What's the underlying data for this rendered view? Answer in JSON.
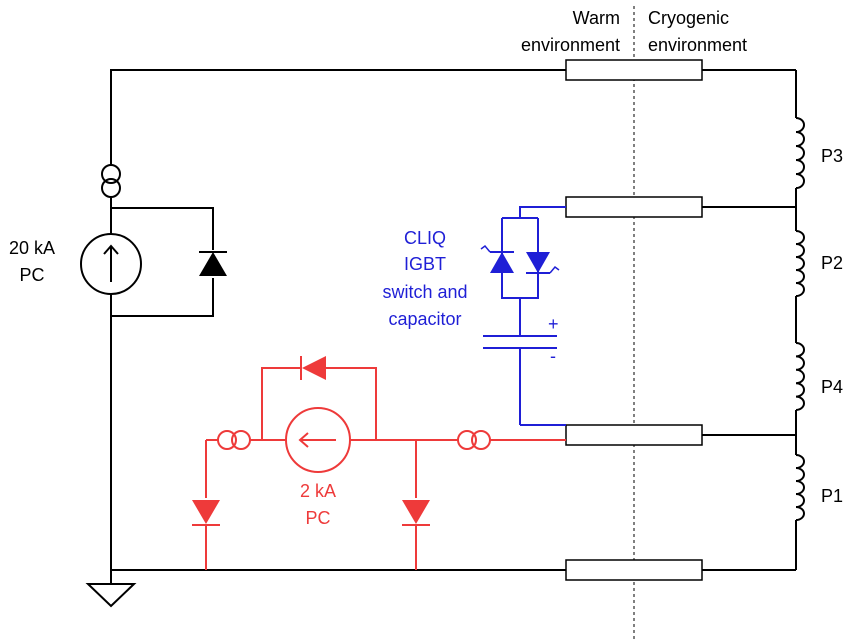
{
  "colors": {
    "main": "#000000",
    "cliq": "#1f1fd6",
    "aux": "#ee3a3a"
  },
  "zones": {
    "warm_line1": "Warm",
    "warm_line2": "environment",
    "cryo_line1": "Cryogenic",
    "cryo_line2": "environment"
  },
  "main_pc": {
    "label_line1": "20 kA",
    "label_line2": "PC"
  },
  "cliq": {
    "line1": "CLIQ",
    "line2": "IGBT",
    "line3": "switch and",
    "line4": "capacitor",
    "plus": "+",
    "minus": "-"
  },
  "aux_pc": {
    "label_line1": "2 kA",
    "label_line2": "PC"
  },
  "magnets": {
    "p3": "P3",
    "p2": "P2",
    "p4": "P4",
    "p1": "P1"
  }
}
